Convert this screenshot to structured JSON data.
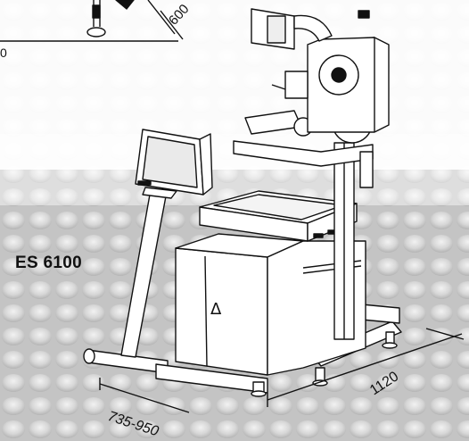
{
  "model": "ES 6100",
  "dimensions": {
    "depth_top": "600",
    "partial_left": "0",
    "length": "1120",
    "width_range": "735-950"
  },
  "symbols": {
    "warning_triangle": "Δ"
  },
  "colors": {
    "background": "#c9c9c9",
    "lines": "#111111",
    "fill": "#ffffff"
  }
}
